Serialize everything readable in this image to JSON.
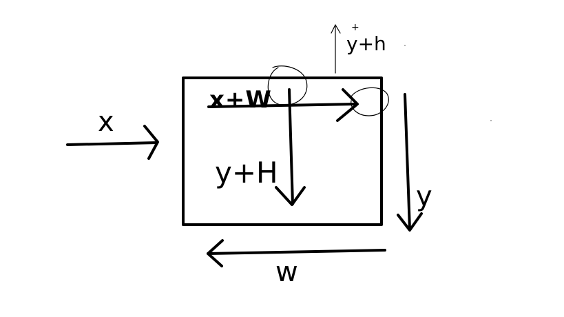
{
  "diagram": {
    "labels": {
      "x": "x",
      "x_plus_w": "x+W",
      "y_plus_h_upper": "y+H",
      "y_plus_h_small": "y+h",
      "y": "y",
      "w": "w"
    },
    "colors": {
      "ink": "#000000",
      "background": "#ffffff"
    }
  }
}
